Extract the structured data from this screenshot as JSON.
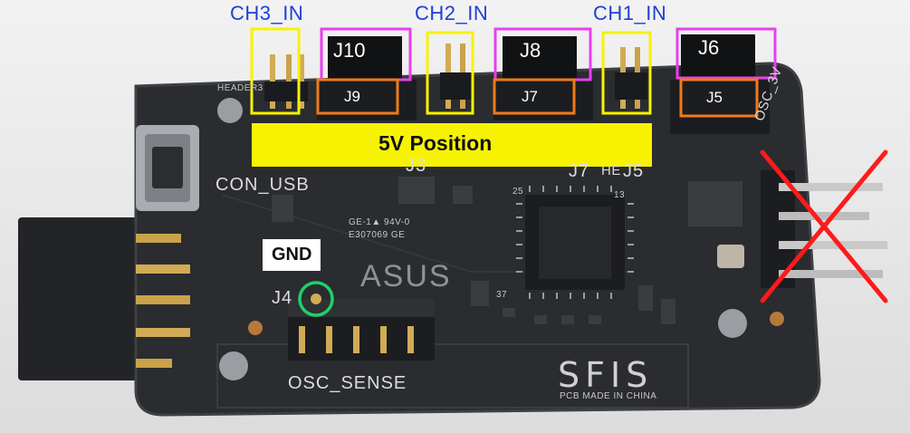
{
  "labels": {
    "ch3": "CH3_IN",
    "ch2": "CH2_IN",
    "ch1": "CH1_IN",
    "j10": "J10",
    "j8": "J8",
    "j6": "J6",
    "j9": "J9",
    "j7": "J7",
    "j5": "J5",
    "five_v": "5V Position",
    "gnd": "GND"
  },
  "silkscreen": {
    "header3": "HEADER3",
    "con_usb": "CON_USB",
    "osc_3v": "OSC_3V",
    "j4": "J4",
    "osc_sense": "OSC_SENSE",
    "sfis": "SFIS",
    "made_in": "PCB MADE IN CHINA",
    "brand": "ASUS",
    "cert1": "GE-1▲ 94V-0",
    "cert2": "E307069 GE",
    "j3": "J3",
    "j7": "J7",
    "j5": "J5",
    "he": "HE",
    "n25": "25",
    "n13": "13",
    "n37": "37"
  },
  "colors": {
    "yellow": "#f7f300",
    "magenta": "#e83ff0",
    "orange": "#ef7a1a",
    "blue_text": "#1f3fd6",
    "red_cross": "#ff1a1a",
    "green_ring": "#1fd16a",
    "pcb": "#2b2d30"
  }
}
